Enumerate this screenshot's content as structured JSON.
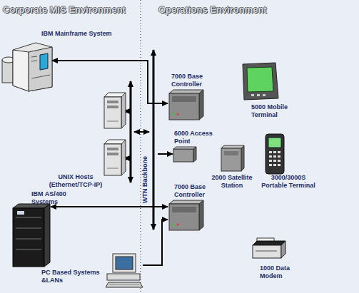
{
  "diagram": {
    "nodes": [
      {
        "text": [
          "IBM Mainframe System"
        ]
      },
      {
        "text": [
          "7000 Base Controller"
        ]
      },
      {
        "text": [
          "5000 Mobile Terminal"
        ]
      },
      {
        "text": [
          "UNIX Hosts (Ethernet/TCP-IP)"
        ]
      },
      {
        "text": [
          "WTN Backbone"
        ]
      },
      {
        "text": [
          "6000 Access Point"
        ]
      },
      {
        "text": [
          "2000 Satellite Station"
        ]
      },
      {
        "text": [
          "3000/3000S Portable Terminal"
        ]
      },
      {
        "text": [
          "IBM AS/400 Systems"
        ]
      },
      {
        "text": [
          "7000 Base Controller"
        ]
      },
      {
        "text": [
          "PC Based Systems &LANs"
        ]
      },
      {
        "text": [
          "1000 Data Modem"
        ]
      }
    ],
    "edges": [
      {
        "from": 0,
        "to": 1,
        "arrow": "both"
      },
      {
        "from": 3,
        "to": 4,
        "arrow": "both"
      },
      {
        "from": 4,
        "to": 5,
        "arrow": "to"
      },
      {
        "from": 8,
        "to": 9,
        "arrow": "both"
      },
      {
        "from": 10,
        "to": 9,
        "arrow": "to"
      }
    ],
    "labels": [
      "Corporate MIS Environment",
      "Operations Environment"
    ]
  }
}
